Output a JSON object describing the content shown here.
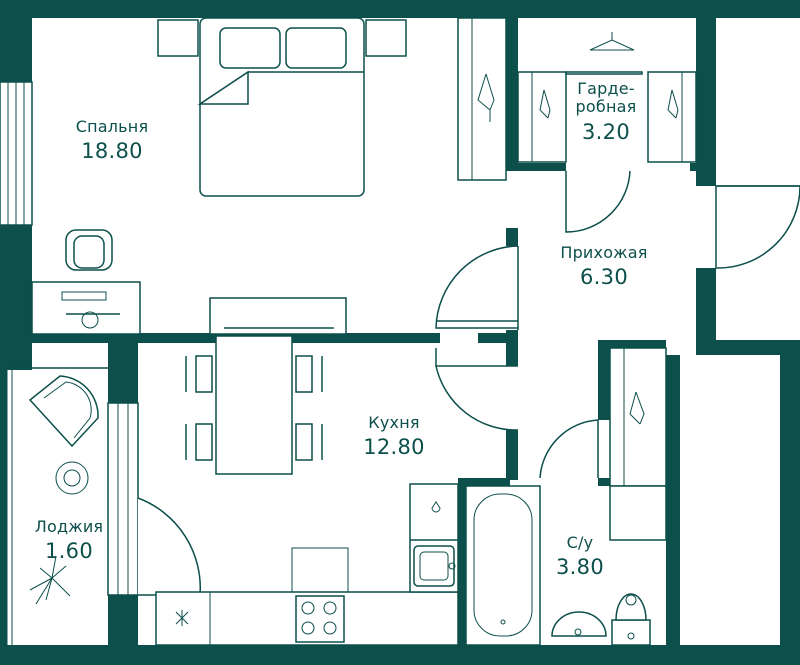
{
  "floor_plan": {
    "colors": {
      "wall": "#0c4f4b",
      "background": "#ffffff"
    },
    "rooms": [
      {
        "id": "bedroom",
        "name": "Спальня",
        "area": "18.80"
      },
      {
        "id": "wardrobe",
        "name": "Гарде-\nробная",
        "area": "3.20"
      },
      {
        "id": "hallway",
        "name": "Прихожая",
        "area": "6.30"
      },
      {
        "id": "kitchen",
        "name": "Кухня",
        "area": "12.80"
      },
      {
        "id": "loggia",
        "name": "Лоджия",
        "area": "1.60"
      },
      {
        "id": "bathroom",
        "name": "С/у",
        "area": "3.80"
      }
    ]
  }
}
